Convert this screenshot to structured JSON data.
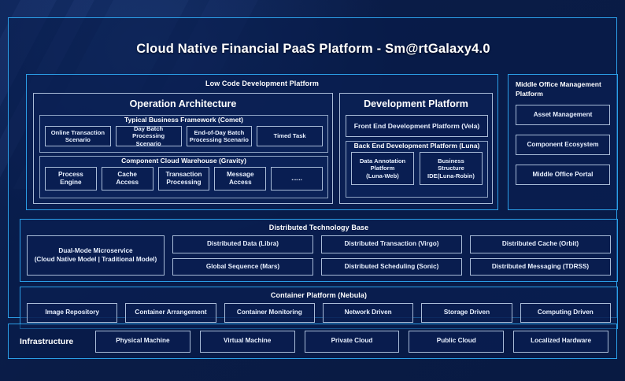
{
  "page": {
    "title": "Cloud Native Financial PaaS Platform - Sm@rtGalaxy4.0",
    "accent_border": "#2b9fe8",
    "node_border": "#a9bcd8",
    "background": "#0a1f4d"
  },
  "low_code": {
    "title": "Low Code Development Platform",
    "operation_architecture": {
      "title": "Operation Architecture",
      "typical_business": {
        "title": "Typical Business Framework (Comet)",
        "items": [
          "Online Transaction\nScenario",
          "Day Batch Processing\nScenario",
          "End-of-Day Batch\nProcessing Scenario",
          "Timed Task"
        ]
      },
      "component_cloud": {
        "title": "Component Cloud Warehouse (Gravity)",
        "items": [
          "Process\nEngine",
          "Cache\nAccess",
          "Transaction\nProcessing",
          "Message\nAccess",
          "......"
        ]
      }
    },
    "development_platform": {
      "title": "Development Platform",
      "front_end": "Front End Development Platform (Vela)",
      "back_end": {
        "title": "Back End Development Platform (Luna)",
        "items": [
          "Data Annotation\nPlatform\n(Luna-Web)",
          "Business\nStructure\nIDE(Luna-Robin)"
        ]
      }
    }
  },
  "middle_office": {
    "title": "Middle Office Management Platform",
    "items": [
      "Asset Management",
      "Component Ecosystem",
      "Middle Office Portal"
    ]
  },
  "distributed": {
    "title": "Distributed Technology Base",
    "dual_mode": "Dual-Mode Microservice\n(Cloud Native Model | Traditional Model)",
    "columns": [
      [
        "Distributed Data (Libra)",
        "Global Sequence (Mars)"
      ],
      [
        "Distributed Transaction (Virgo)",
        "Distributed Scheduling (Sonic)"
      ],
      [
        "Distributed Cache (Orbit)",
        "Distributed Messaging (TDRSS)"
      ]
    ]
  },
  "container": {
    "title": "Container Platform (Nebula)",
    "items": [
      "Image Repository",
      "Container Arrangement",
      "Container Monitoring",
      "Network Driven",
      "Storage Driven",
      "Computing Driven"
    ]
  },
  "infrastructure": {
    "label": "Infrastructure",
    "items": [
      "Physical Machine",
      "Virtual Machine",
      "Private Cloud",
      "Public Cloud",
      "Localized Hardware"
    ]
  }
}
